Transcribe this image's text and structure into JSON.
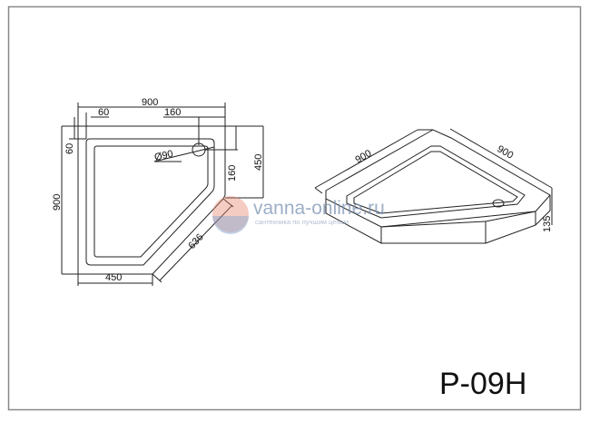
{
  "drawing": {
    "model_code": "P-09H",
    "frame_color": "#888888",
    "line_color": "#222222",
    "plan_view": {
      "overall_width": "900",
      "overall_depth": "900",
      "rim_top": "60",
      "rim_left": "60",
      "drain_offset_x": "160",
      "drain_offset_y": "160",
      "drain_diameter": "Ø90",
      "side_depth": "450",
      "front_width": "450",
      "diagonal_front": "636"
    },
    "iso_view": {
      "side_a": "900",
      "side_b": "900",
      "height": "135"
    }
  },
  "watermark": {
    "brand": "vanna-online.ru",
    "tagline": "сантехника по лучшим ценам",
    "logo_colors": [
      "#e8846a",
      "#6f8fbf"
    ]
  }
}
